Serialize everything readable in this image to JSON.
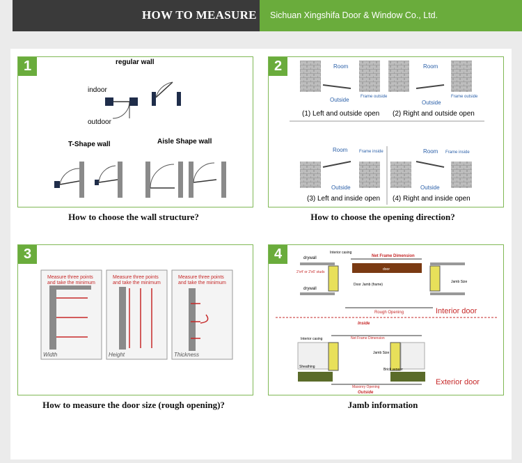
{
  "header": {
    "title": "HOW TO MEASURE",
    "company": "Sichuan Xingshifa Door & Window Co., Ltd."
  },
  "panels": [
    {
      "number": "1",
      "caption": "How to choose the wall structure?",
      "labels": {
        "regular_wall": "regular wall",
        "indoor": "indoor",
        "outdoor": "outdoor",
        "t_shape": "T-Shape wall",
        "aisle_shape": "Aisle Shape wall"
      }
    },
    {
      "number": "2",
      "caption": "How to choose the opening direction?",
      "labels": {
        "room": "Room",
        "outside": "Outside",
        "frame_outside": "Frame outside",
        "frame_inside": "Frame inside",
        "opt1": "(1) Left and outside open",
        "opt2": "(2) Right and outside open",
        "opt3": "(3) Left and inside open",
        "opt4": "(4) Right and inside open"
      }
    },
    {
      "number": "3",
      "caption": "How to measure the door size (rough opening)?",
      "labels": {
        "measure_note_line1": "Measure three points",
        "measure_note_line2": "and take the minimum",
        "width": "Width",
        "height": "Height",
        "thickness": "Thickness"
      }
    },
    {
      "number": "4",
      "caption": "Jamb information",
      "labels": {
        "interior_casing": "Interior casing",
        "net_frame_dimension": "Net Frame Dimension",
        "drywall": "drywall",
        "studs": "2'x4' or 2'x6' studs",
        "door": "door",
        "door_jamb": "Door Jamb (frame)",
        "jamb_size": "Jamb Size",
        "rough_opening": "Rough Opening",
        "interior_door": "Interior door",
        "inside": "Inside",
        "exterior_door": "Exterior door",
        "masonry_opening": "Masonry Opening",
        "outside": "Outside",
        "sheathing": "Sheathing",
        "brick_veneer": "Brick veneer"
      }
    }
  ]
}
